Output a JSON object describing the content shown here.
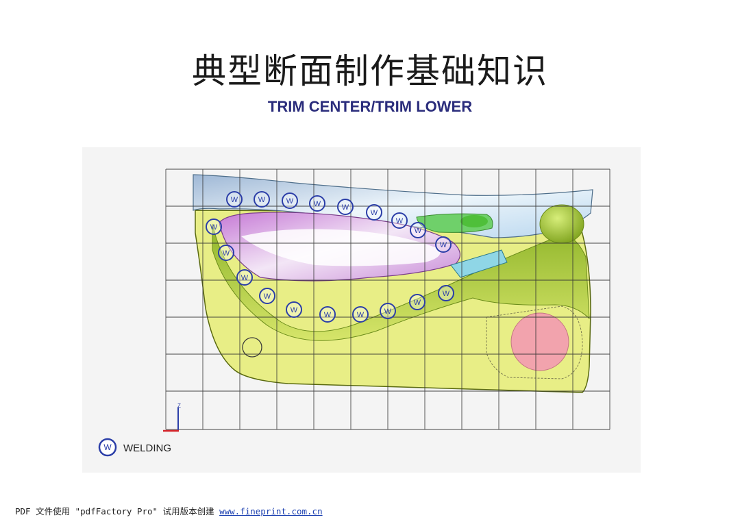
{
  "page": {
    "title": "典型断面制作基础知识",
    "subtitle": "TRIM CENTER/TRIM LOWER"
  },
  "diagram": {
    "weld_marker_letter": "W",
    "weld_marker_color": "#2b3ea8",
    "legend_label": "WELDING",
    "axis_label": "Z",
    "colors": {
      "panel": "#e8ee86",
      "armrest": "#a3c33c",
      "upper_trim": "#d8e9f5",
      "insert": "#e7c9ef",
      "speaker": "#f2a3ad",
      "handle": "#6fd06a",
      "pull_cup": "#8fd6e6",
      "grid": "#3a3a3a"
    }
  },
  "footer": {
    "text": "PDF 文件使用 \"pdfFactory Pro\" 试用版本创建 ",
    "link": "www.fineprint.com.cn"
  }
}
